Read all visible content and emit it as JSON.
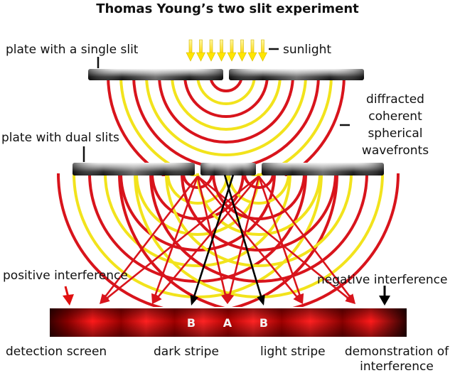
{
  "title": "Thomas Young’s two slit experiment",
  "labels": {
    "single_slit_plate": "plate with a single slit",
    "sunlight": "sunlight",
    "diffracted_line1": "diffracted",
    "diffracted_line2": "coherent",
    "diffracted_line3": "spherical",
    "diffracted_line4": "wavefronts",
    "dual_slit_plate": "plate with dual slits",
    "positive_interference": "positive interference",
    "negative_interference": "negative interference",
    "detection_screen": "detection screen",
    "dark_stripe": "dark stripe",
    "light_stripe": "light stripe",
    "demonstration_line1": "demonstration of",
    "demonstration_line2": "interference"
  },
  "screen_markers": [
    "B",
    "A",
    "B"
  ],
  "colors": {
    "wave_red": "#d8141c",
    "wave_yellow": "#f2e31c",
    "plate_dark": "#2b2b2b",
    "plate_light": "#e6e6e6",
    "screen_bright": "#ff1010",
    "screen_dark": "#3a0000",
    "arrow_black": "#000000",
    "sunlight_yellow": "#ffe600"
  }
}
